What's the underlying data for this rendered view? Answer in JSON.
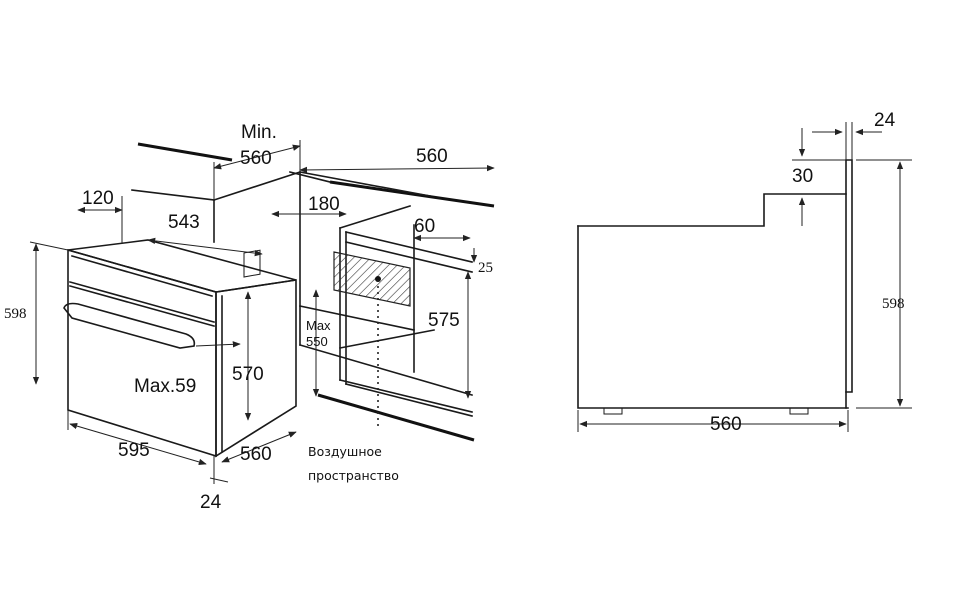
{
  "left_view": {
    "min_label": "Min.",
    "depth_top_label": "560",
    "cavity_width_label": "560",
    "dim_120": "120",
    "dim_543": "543",
    "dim_180": "180",
    "dim_60": "60",
    "dim_25": "25",
    "dim_598": "598",
    "dim_575": "575",
    "max550_line1": "Max",
    "max550_line2": "550",
    "max59_label": "Max.59",
    "dim_570": "570",
    "dim_595": "595",
    "dim_560_bottom": "560",
    "dim_24": "24",
    "air_space_line1": "Воздушное",
    "air_space_line2": "пространство"
  },
  "right_view": {
    "dim_24": "24",
    "dim_30": "30",
    "dim_598": "598",
    "dim_560": "560"
  }
}
